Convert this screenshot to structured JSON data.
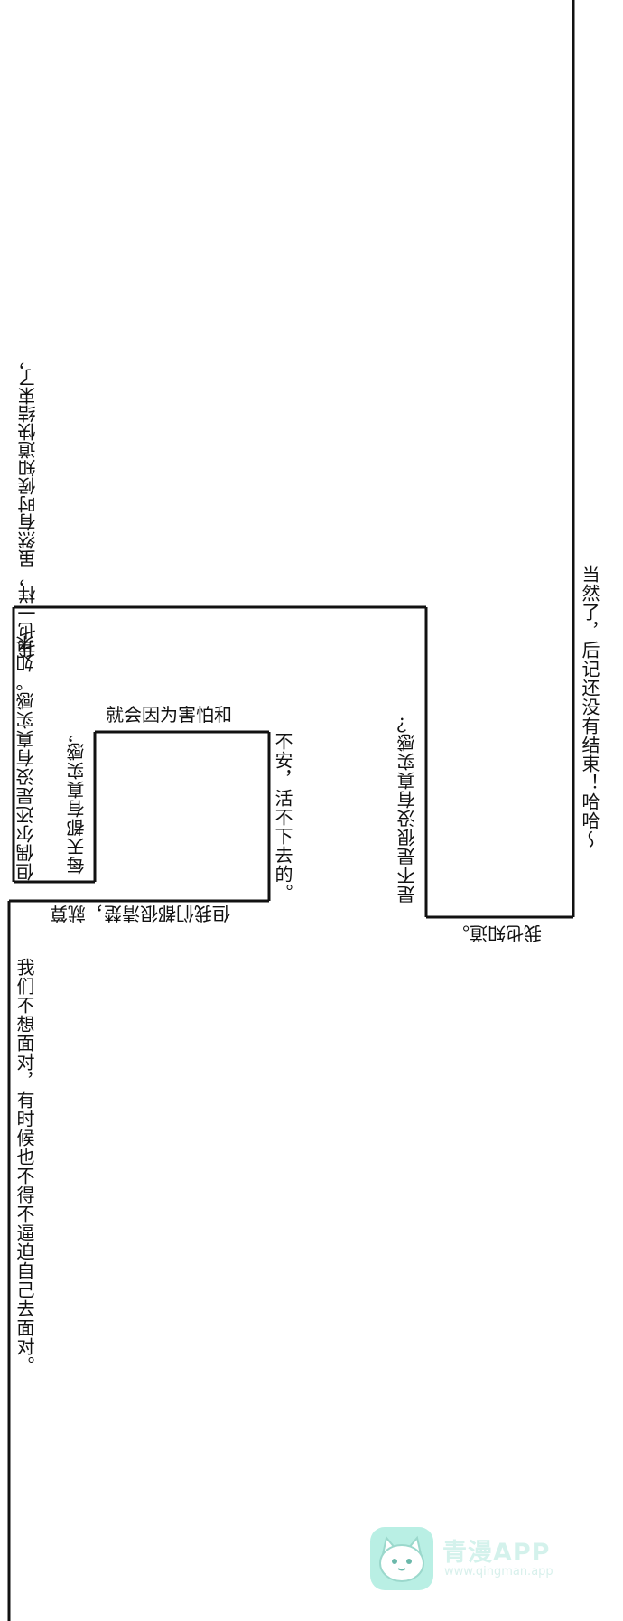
{
  "captions": {
    "top_right": "当然了，后记还没有结束！哈哈～",
    "mid_a": "我也一样，虽然有时候知道快结束了，",
    "mid_b": "是不是很没有真实感？",
    "mid_c": "我也知道。",
    "mid_d": "但偶尔还是没有真实感。如果",
    "mid_e": "每天都有真实感，",
    "mid_f": "就会因为害怕和",
    "mid_g": "不安，活不下去的。",
    "mid_h": "但我们都很清楚，就算",
    "bottom_left": "我们不想面对，有时候也不得不逼迫自己去面对。"
  },
  "watermark": {
    "name": "青漫APP",
    "url": "www.qingman.app",
    "logo_icon": "cat-face-icon"
  },
  "colors": {
    "ink": "#111111",
    "watermark_bg": "#b9efe4",
    "watermark_text": "#d4f2ec"
  }
}
